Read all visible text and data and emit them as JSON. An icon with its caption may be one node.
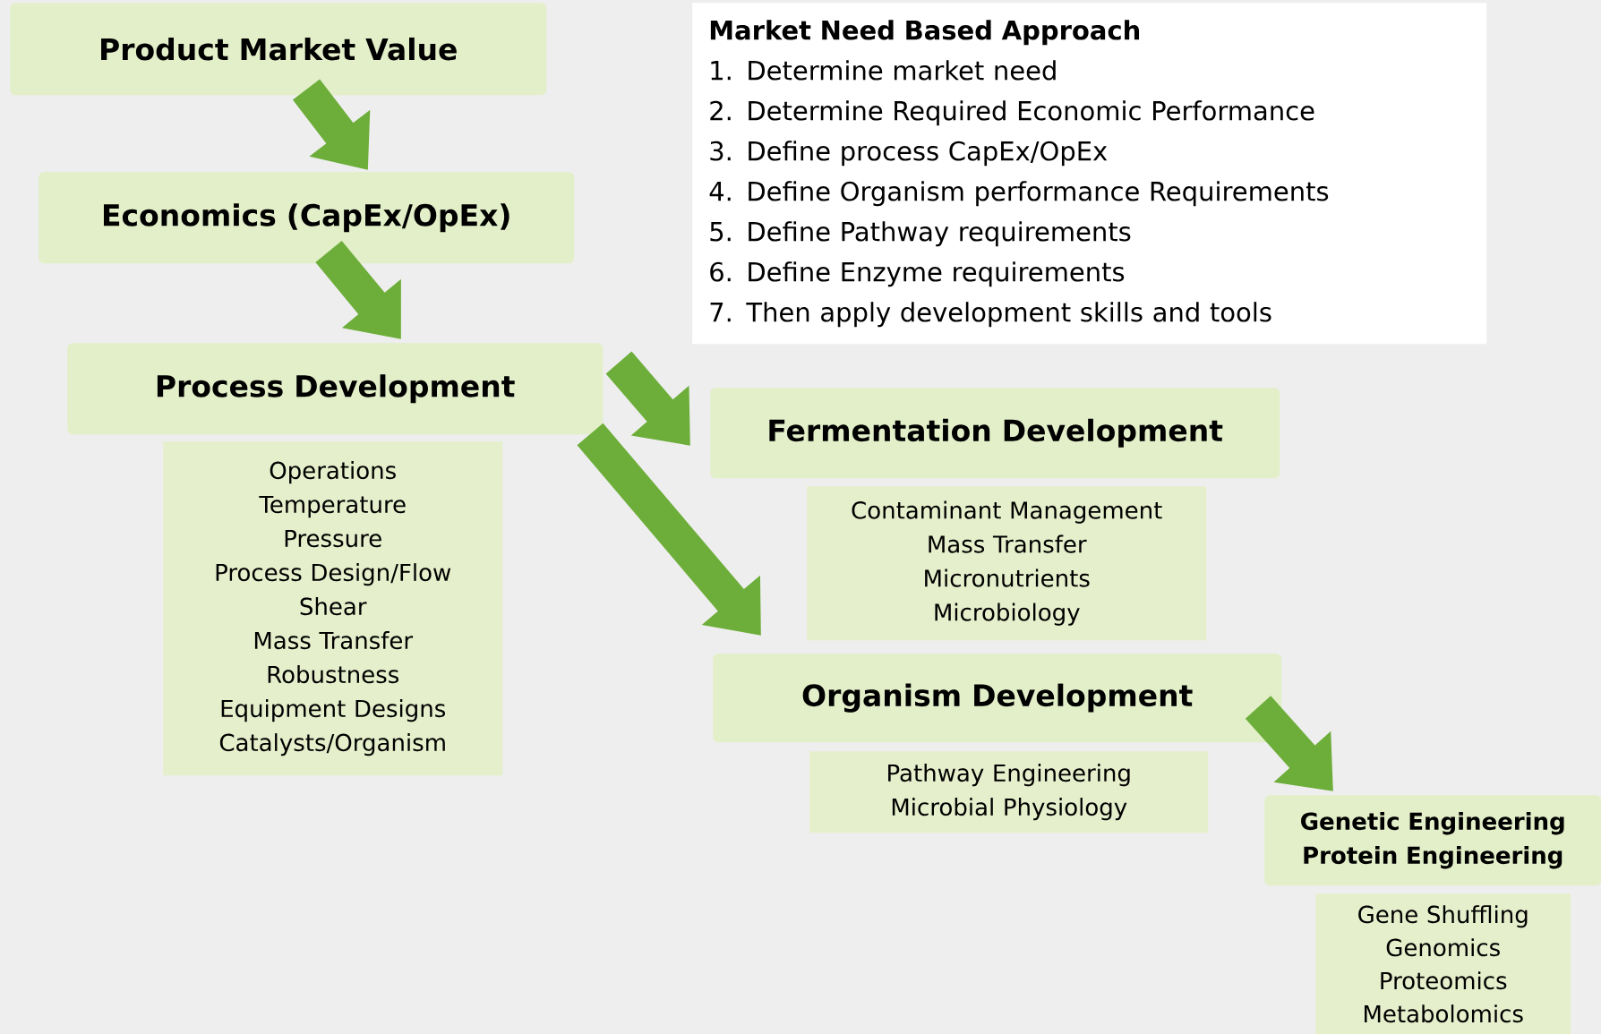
{
  "diagram": {
    "nodes": [
      {
        "text": [
          "Product Market Value"
        ]
      },
      {
        "text": [
          "Economics (CapEx/OpEx)"
        ]
      },
      {
        "text": [
          "Process Development"
        ]
      },
      {
        "text": [
          "Operations",
          "Temperature",
          "Pressure",
          "Process Design/Flow",
          "Shear",
          "Mass Transfer",
          "Robustness",
          "Equipment Designs",
          "Catalysts/Organism"
        ]
      },
      {
        "text": [
          "Market Need Based Approach",
          "1. Determine market need",
          "2. Determine Required Economic Performance",
          "3. Define process CapEx/OpEx",
          "4. Define Organism performance Requirements",
          "5. Define Pathway requirements",
          "6. Define Enzyme requirements",
          "7. Then apply development skills and tools"
        ]
      },
      {
        "text": [
          "Fermentation Development"
        ]
      },
      {
        "text": [
          "Contaminant Management",
          "Mass Transfer",
          "Micronutrients",
          "Microbiology"
        ]
      },
      {
        "text": [
          "Organism Development"
        ]
      },
      {
        "text": [
          "Pathway Engineering",
          "Microbial Physiology"
        ]
      },
      {
        "text": [
          "Genetic Engineering",
          "Protein Engineering"
        ]
      },
      {
        "text": [
          "Gene Shuffling",
          "Genomics",
          "Proteomics",
          "Metabolomics"
        ]
      }
    ],
    "edges": [
      {
        "from": 0,
        "to": 1,
        "arrow": "to"
      },
      {
        "from": 1,
        "to": 2,
        "arrow": "to"
      },
      {
        "from": 2,
        "to": 5,
        "arrow": "to"
      },
      {
        "from": 2,
        "to": 7,
        "arrow": "to"
      },
      {
        "from": 7,
        "to": 9,
        "arrow": "to"
      }
    ]
  }
}
